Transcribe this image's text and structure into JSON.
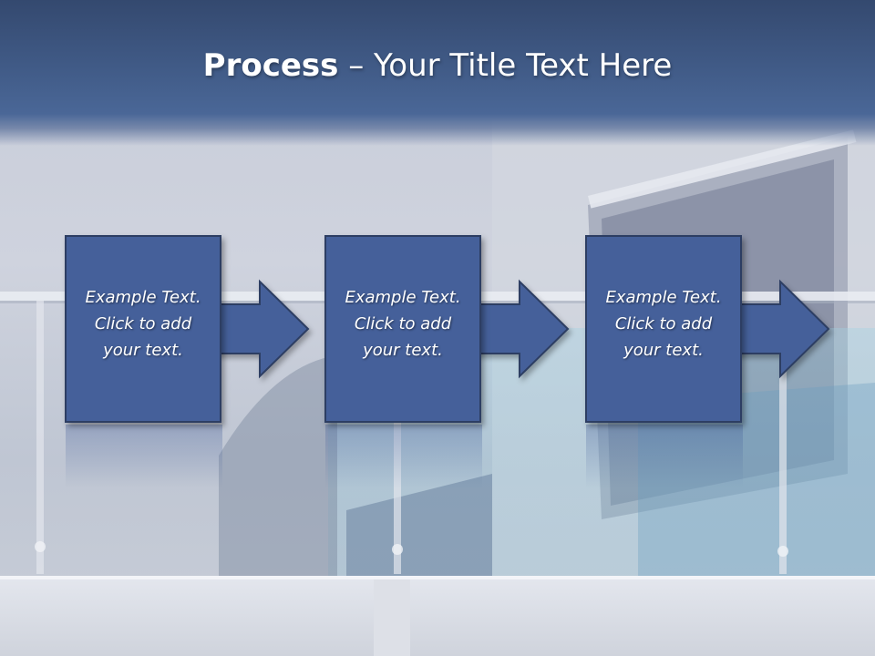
{
  "title": {
    "bold_part": "Process",
    "separator": " – ",
    "rest": "Your Title Text Here"
  },
  "steps": [
    {
      "line1": "Example Text.",
      "line2": "Click  to add",
      "line3": "your text."
    },
    {
      "line1": "Example Text.",
      "line2": "Click  to add",
      "line3": "your text."
    },
    {
      "line1": "Example Text.",
      "line2": "Click  to add",
      "line3": "your text."
    }
  ],
  "colors": {
    "title_band": "#405a86",
    "box_fill": "#45609a",
    "box_border": "#2d3e63",
    "text": "#ffffff"
  }
}
